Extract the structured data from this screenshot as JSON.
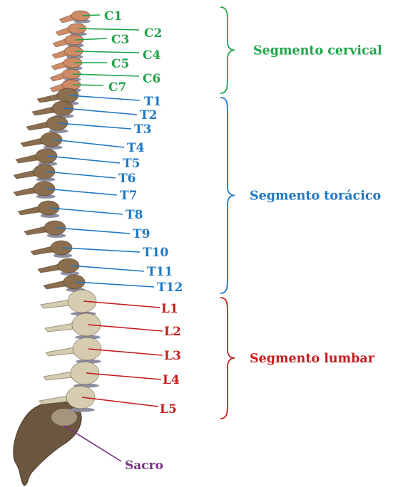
{
  "colors": {
    "cervical": "#1fa44a",
    "thoracic": "#1f78c4",
    "lumbar": "#c41e1e",
    "sacrum": "#7a2f82",
    "cervical_bone": "#cf8a66",
    "thoracic_bone": "#8a6e4e",
    "lumbar_bone": "#d6cdb0",
    "disc": "#8f8fa3",
    "sacrum_bone": "#6b5640"
  },
  "cervical": {
    "segment_label": "Segmento cervical",
    "labels": [
      "C1",
      "C2",
      "C3",
      "C4",
      "C5",
      "C6",
      "C7"
    ]
  },
  "thoracic": {
    "segment_label": "Segmento torácico",
    "labels": [
      "T1",
      "T2",
      "T3",
      "T4",
      "T5",
      "T6",
      "T7",
      "T8",
      "T9",
      "T10",
      "T11",
      "T12"
    ]
  },
  "lumbar": {
    "segment_label": "Segmento lumbar",
    "labels": [
      "L1",
      "L2",
      "L3",
      "L4",
      "L5"
    ]
  },
  "sacrum": {
    "label": "Sacro"
  }
}
